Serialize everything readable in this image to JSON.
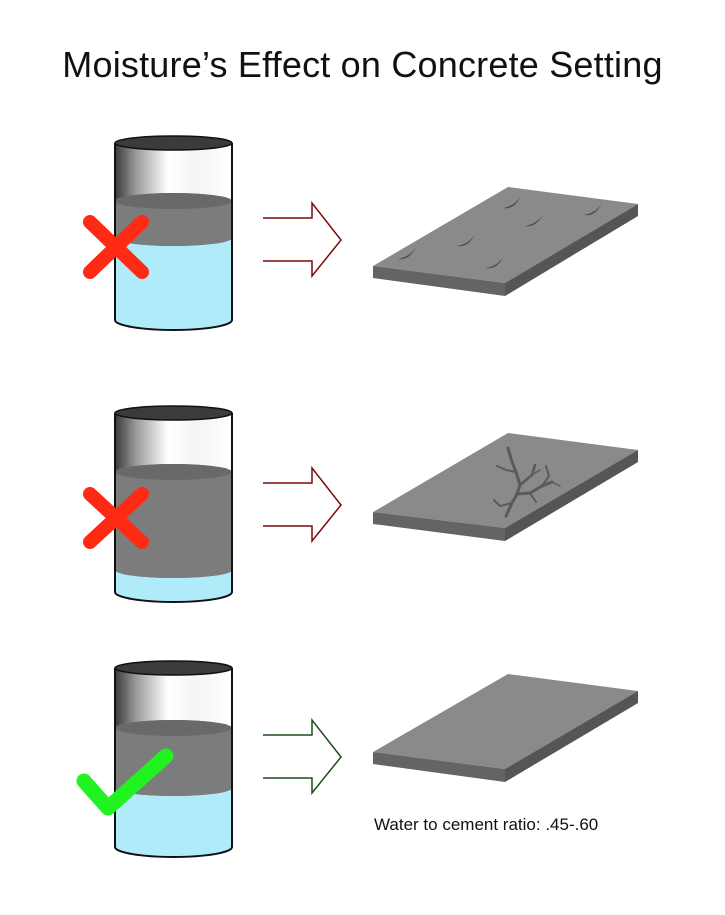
{
  "title": "Moisture’s Effect on Concrete Setting",
  "note": "Water to cement ratio: .45-.60",
  "rows": [
    {
      "water_level": "too-high",
      "result": "surface-pits",
      "mark": "x-mark-icon"
    },
    {
      "water_level": "too-low",
      "result": "cracks",
      "mark": "x-mark-icon"
    },
    {
      "water_level": "correct",
      "result": "smooth",
      "mark": "check-mark-icon"
    }
  ],
  "colors": {
    "water": "#b0ebfa",
    "cement": "#7c7c7c",
    "slab_top": "#8a8a8a",
    "slab_side": "#646464",
    "x_mark": "#ff2a14",
    "check_mark": "#21f321",
    "arrow_bad": "#7a0a0a",
    "arrow_good": "#1b4d1b"
  }
}
